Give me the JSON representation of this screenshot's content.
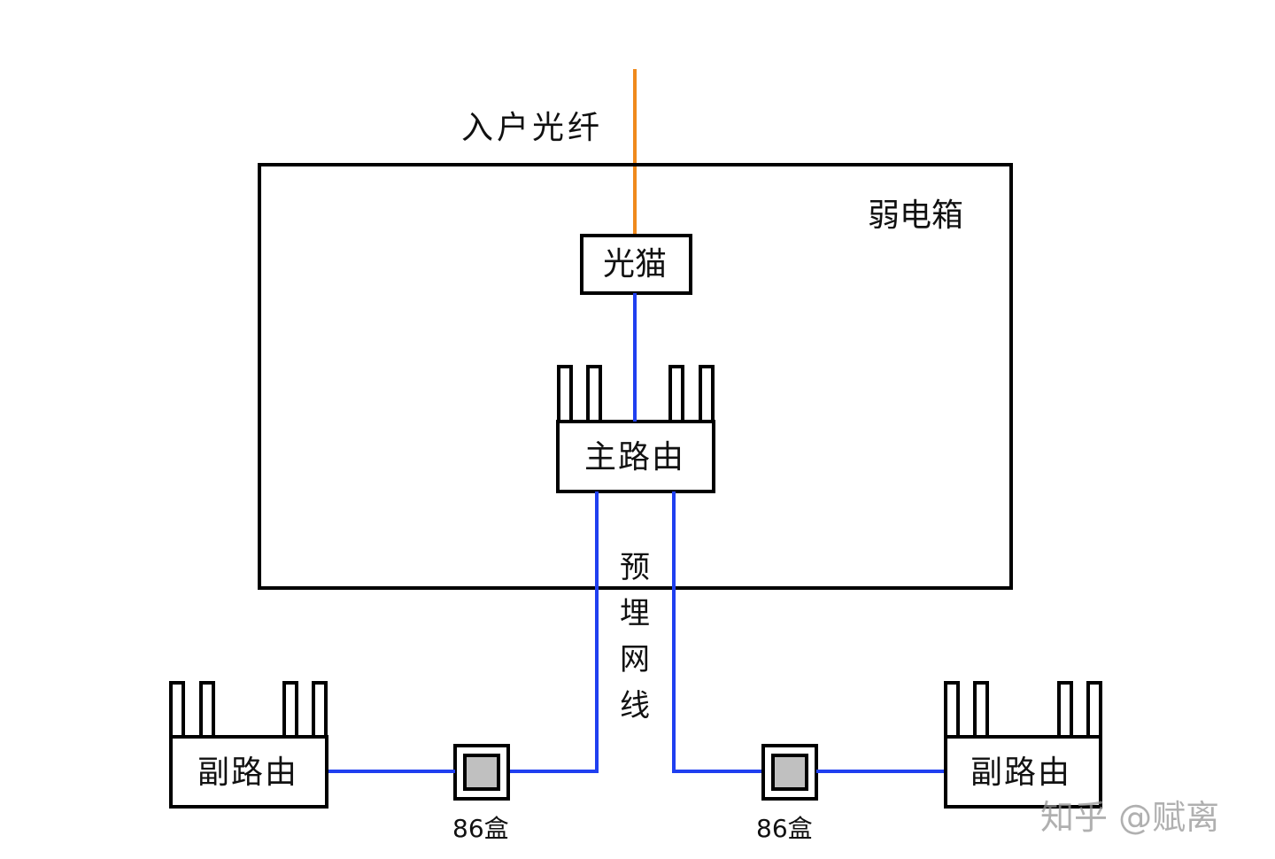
{
  "diagram": {
    "title_fiber": "入户光纤",
    "enclosure_label": "弱电箱",
    "modem_label": "光猫",
    "main_router_label": "主路由",
    "cable_label_chars": [
      "预",
      "埋",
      "网",
      "线"
    ],
    "sub_router_left_label": "副路由",
    "sub_router_right_label": "副路由",
    "box_left_label": "86盒",
    "box_right_label": "86盒",
    "watermark": "知乎 @赋离"
  },
  "colors": {
    "fiber": "#f08a1c",
    "ethernet": "#1f3ff0",
    "outline": "#000000",
    "box_fill": "#c0c0c0"
  }
}
